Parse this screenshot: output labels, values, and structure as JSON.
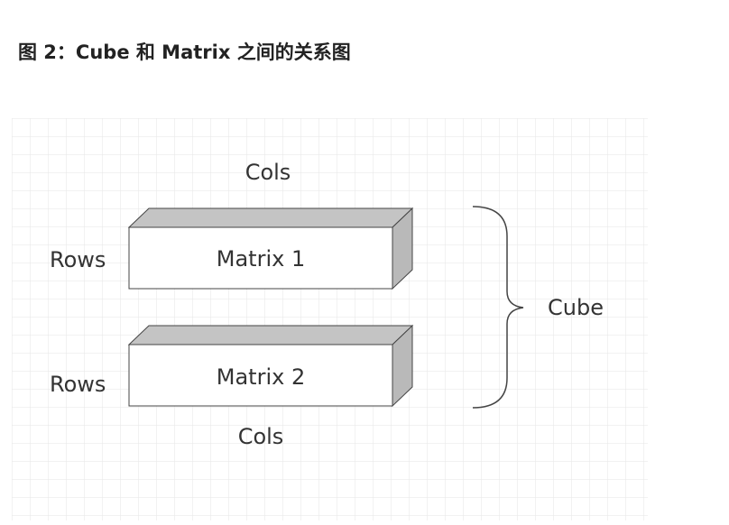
{
  "title": "图 2：Cube 和 Matrix 之间的关系图",
  "diagram": {
    "matrices": [
      {
        "label": "Matrix 1",
        "rows_label": "Rows",
        "cols_label": "Cols"
      },
      {
        "label": "Matrix 2",
        "rows_label": "Rows",
        "cols_label": "Cols"
      }
    ],
    "group_label": "Cube"
  },
  "colors": {
    "grid": "#e6e6e6",
    "box_fill": "#ffffff",
    "box_top": "#c4c4c4",
    "box_side": "#b9b9b9",
    "stroke": "#444444",
    "text": "#333333"
  }
}
